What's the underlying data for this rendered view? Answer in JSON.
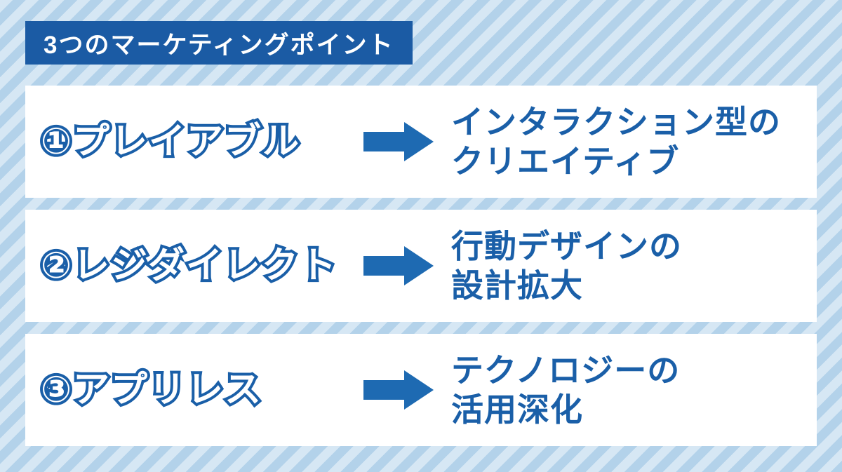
{
  "title": "3つのマーケティングポイント",
  "colors": {
    "primary": "#1a5fa8",
    "arrow": "#1e6ab2",
    "title_bg": "#1b5ba4",
    "stripe_light": "#d6e7f4",
    "stripe_dark": "#b3d2ea"
  },
  "rows": [
    {
      "label": "①プレイアブル",
      "line1": "インタラクション型の",
      "line2": "クリエイティブ"
    },
    {
      "label": "②レジダイレクト",
      "line1": "行動デザインの",
      "line2": "設計拡大"
    },
    {
      "label": "③アプリレス",
      "line1": "テクノロジーの",
      "line2": "活用深化"
    }
  ]
}
